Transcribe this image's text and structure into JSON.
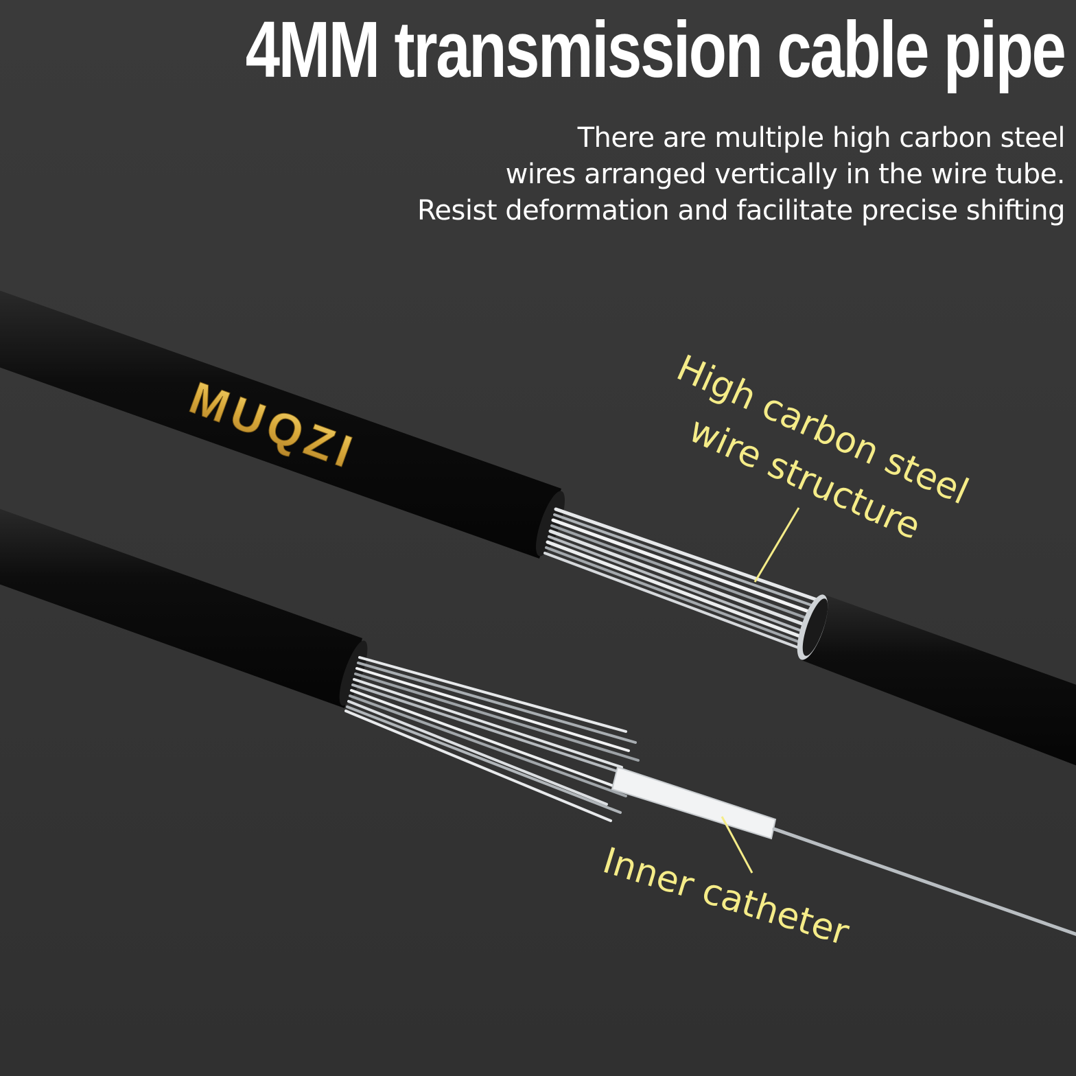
{
  "headline": "4MM transmission cable pipe",
  "description": {
    "lines": [
      "There are multiple high carbon steel",
      "wires arranged vertically in the wire tube.",
      "Resist deformation and facilitate precise shifting"
    ]
  },
  "callouts": {
    "steel_wire": [
      "High carbon steel",
      "wire structure"
    ],
    "inner_catheter": "Inner catheter"
  },
  "brand_mark": "MUQZI",
  "colors": {
    "background": "#363636",
    "headline": "#ffffff",
    "callout": "#f5ec88",
    "housing": "#0c0c0c",
    "steel": "#cfd3d6",
    "brand": "#e2b64a"
  }
}
